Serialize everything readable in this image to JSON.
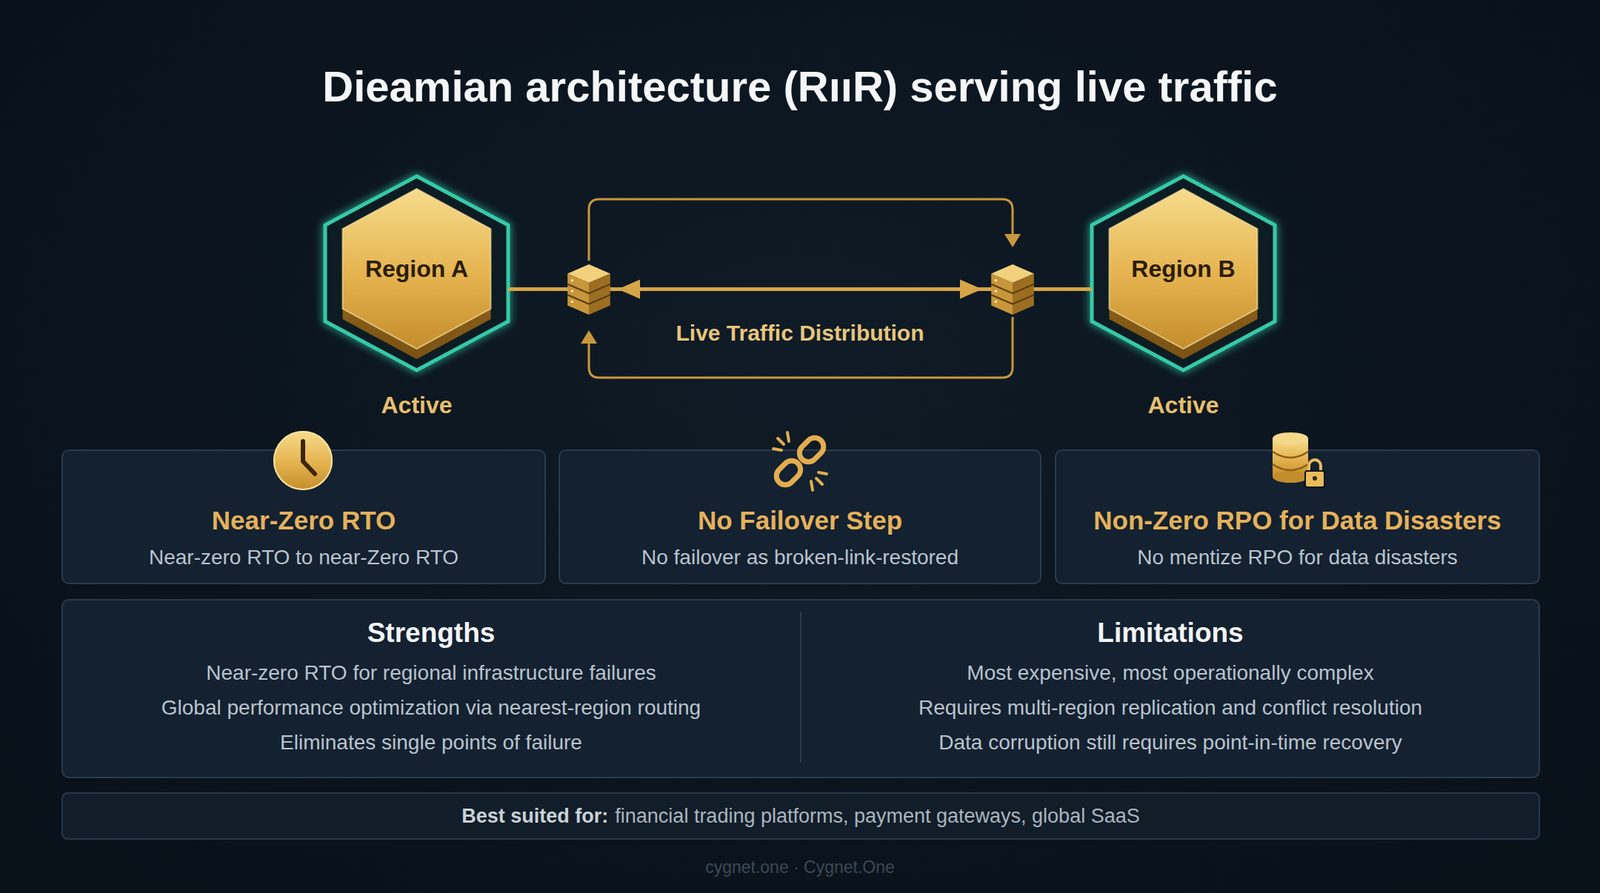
{
  "diagram": {
    "title": "Dieamian architecture (RııR) serving live traffic",
    "nodes": [
      {
        "text": [
          "Region A",
          "Active"
        ]
      },
      {
        "text": [
          "Region B",
          "Active"
        ]
      },
      {
        "text": [
          "Near-Zero RTO",
          "Near-zero RTO to near-Zero RTO"
        ]
      },
      {
        "text": [
          "No Failover Step",
          "No failover as broken-link-restored"
        ]
      },
      {
        "text": [
          "Non-Zero RPO for Data Disasters",
          "No mentize RPO for data disasters"
        ]
      },
      {
        "text": [
          "Strengths",
          "Near-zero RTO for regional infrastructure failures",
          "Global performance optimization via nearest-region routing",
          "Eliminates single points of failure"
        ]
      },
      {
        "text": [
          "Limitations",
          "Most expensive, most operationally complex",
          "Requires multi-region replication and conflict resolution",
          "Data corruption still requires point-in-time recovery"
        ]
      },
      {
        "text": [
          "Best suited for:",
          "financial trading platforms, payment gateways, global SaaS"
        ]
      }
    ],
    "edges": [
      {
        "from": 0,
        "to": 1,
        "arrow": "both",
        "label": "Live Traffic Distribution"
      }
    ],
    "labels": [
      "cygnet.one · Cygnet.One"
    ]
  }
}
